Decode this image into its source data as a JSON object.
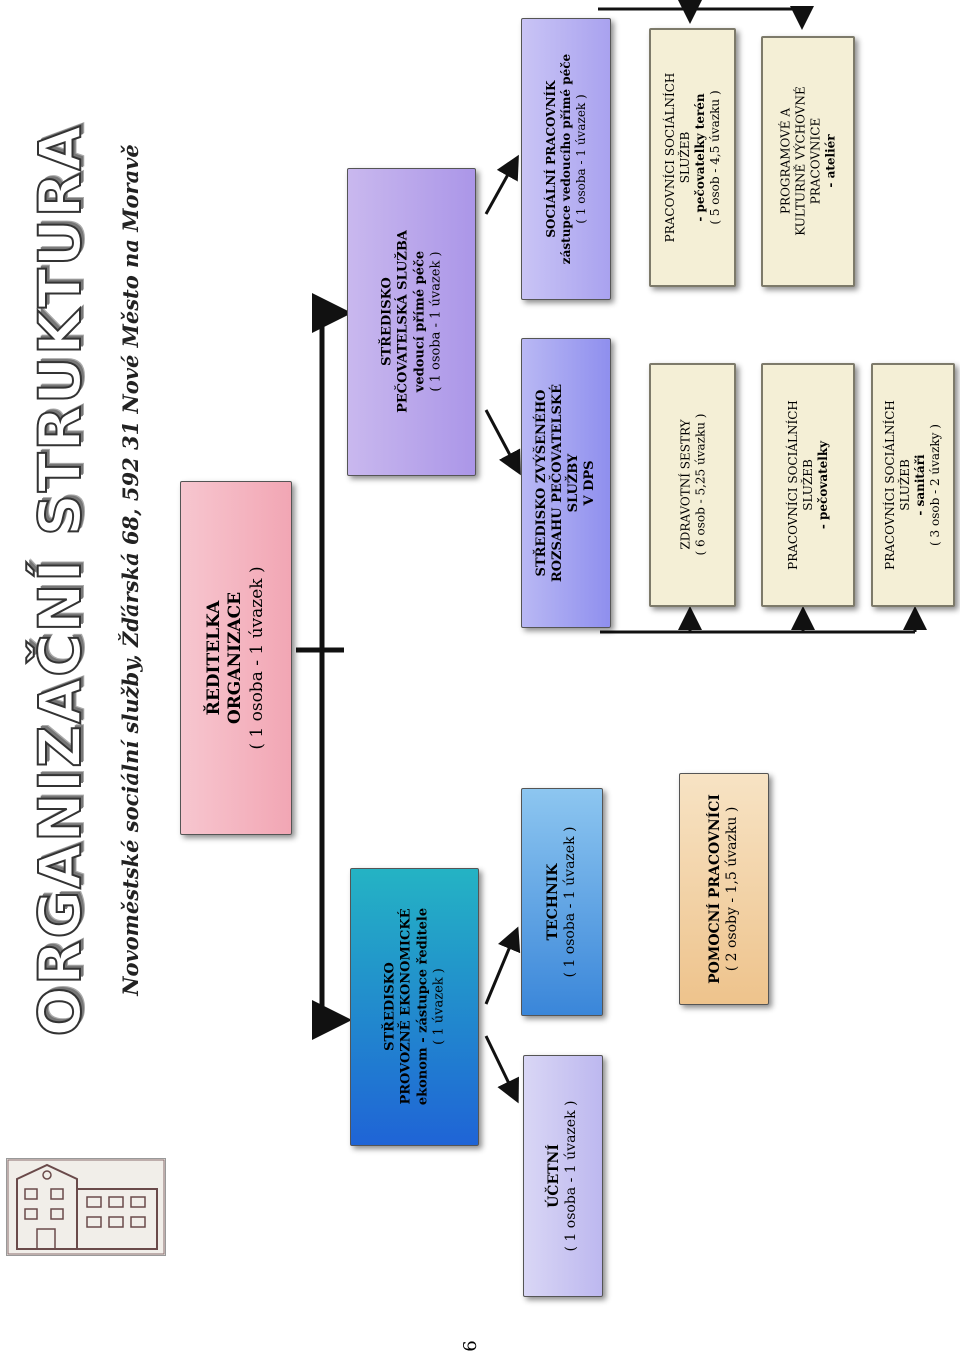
{
  "header": {
    "title": "ORGANIZAČNÍ STRUKTURA",
    "subtitle": "Novoměstské sociální služby, Žďárská 68, 592 31 Nové Město na Moravě"
  },
  "logo": {
    "icon": "building-logo-icon"
  },
  "page_number": "6",
  "nodes": {
    "reditelka": [
      "ŘEDITELKA",
      "ORGANIZACE",
      "( 1 osoba - 1 úvazek )"
    ],
    "provozne": [
      "STŘEDISKO",
      "PROVOZNĚ EKONOMICKÉ",
      "ekonom - zástupce ředitele",
      "( 1 úvazek )"
    ],
    "pecovatelska": [
      "STŘEDISKO",
      "PEČOVATELSKÁ SLUŽBA",
      "vedoucí přímé péče",
      "( 1 osoba - 1 úvazek )"
    ],
    "ucetni": [
      "ÚČETNÍ",
      "( 1 osoba - 1 úvazek )"
    ],
    "technik": [
      "TECHNIK",
      "( 1 osoba - 1 úvazek )"
    ],
    "pomocni": [
      "POMOCNÍ PRACOVNÍCI",
      "( 2 osoby - 1,5 úvazku )"
    ],
    "zvyseny": [
      "STŘEDISKO ZVÝŠENÉHO",
      "ROZSAHU PEČOVATELSKÉ",
      "SLUŽBY",
      "V DPS"
    ],
    "socialni": [
      "SOCIÁLNÍ PRACOVNÍK",
      "zástupce vedoucího přímé péče",
      "( 1 osoba - 1 úvazek )"
    ],
    "teren": [
      "PRACOVNÍCI SOCIÁLNÍCH",
      "SLUŽEB",
      "- pečovatelky terén",
      "( 5 osob - 4,5 úvazku )"
    ],
    "programove": [
      "PROGRAMOVÉ A",
      "KULTURNĚ VÝCHOVNÉ",
      "PRACOVNICE",
      "- ateliér"
    ],
    "sestry": [
      "ZDRAVOTNÍ SESTRY",
      "( 6 osob - 5,25 úvazku )"
    ],
    "pecovatelky": [
      "PRACOVNÍCI SOCIÁLNÍCH",
      "SLUŽEB",
      "- pečovatelky"
    ],
    "sanitari": [
      "PRACOVNÍCI SOCIÁLNÍCH",
      "SLUŽEB",
      "- sanitáři",
      "( 3 osob - 2 úvazky )"
    ]
  },
  "colors": {
    "reditelka": "#f2a6b4",
    "provozne": "#20b8d8",
    "pecovatelska": "#b9a4e8",
    "ucetni": "#c8c4f2",
    "technik": "#5aa6e8",
    "pomocni": "#f3d3a8",
    "zvyseny": "#9d9ef0",
    "socialni": "#b6b0f2",
    "cream": "#f4efd6",
    "connector": "#111111"
  }
}
